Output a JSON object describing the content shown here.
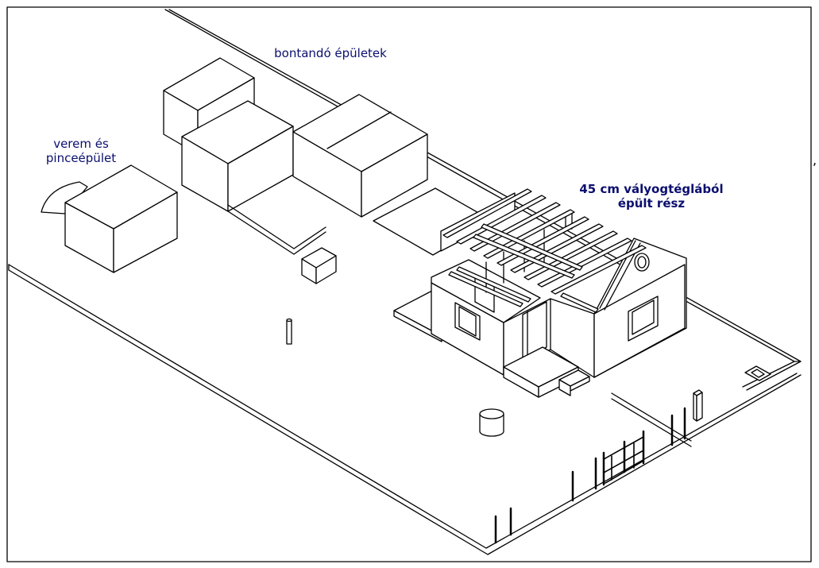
{
  "labels": {
    "demolish": "bontandó épületek",
    "cellar_line1": "verem és",
    "cellar_line2": "pinceépület",
    "house_line1": "45 cm vályogtéglából",
    "house_line2": "épült rész",
    "stray_mark": ","
  },
  "colors": {
    "line": "#000000",
    "label_text": "#0b0f6e",
    "background": "#ffffff"
  }
}
